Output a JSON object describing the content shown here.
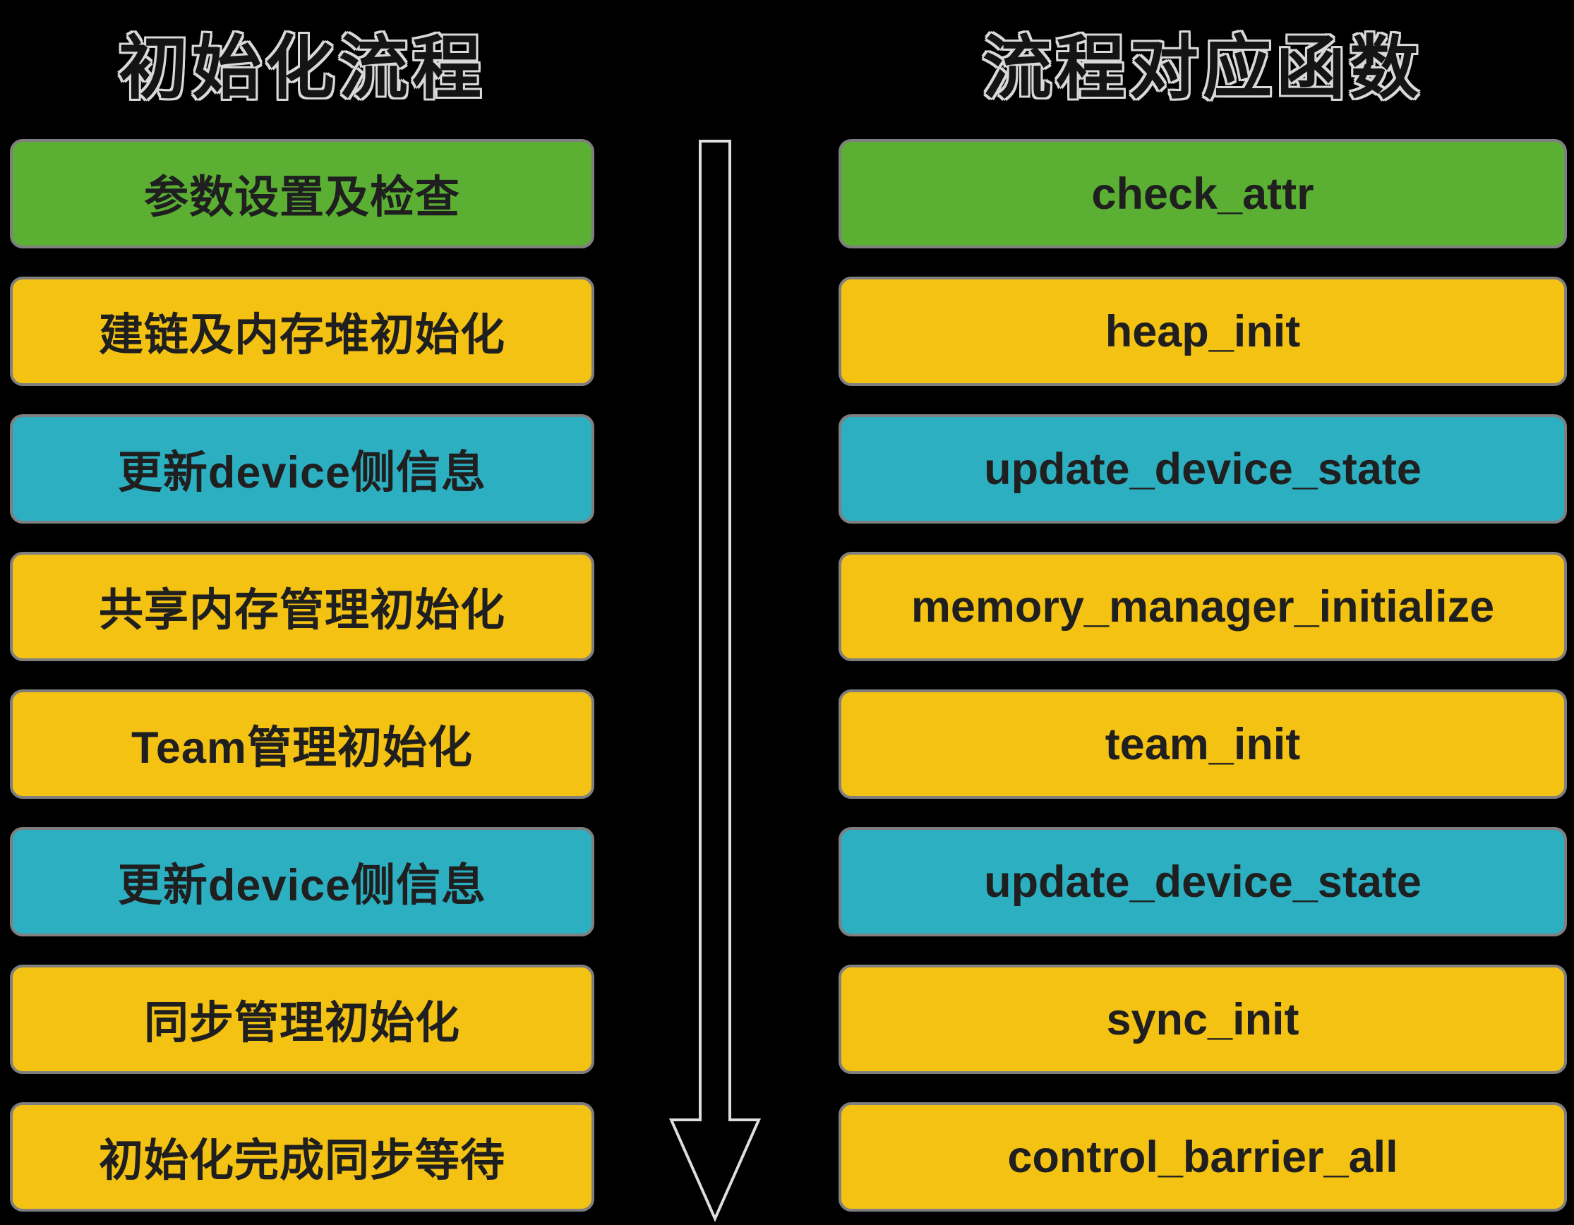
{
  "titles": {
    "left": "初始化流程",
    "right": "流程对应函数"
  },
  "rows": [
    {
      "left": "参数设置及检查",
      "right": "check_attr",
      "color": "green"
    },
    {
      "left": "建链及内存堆初始化",
      "right": "heap_init",
      "color": "yellow"
    },
    {
      "left": "更新device侧信息",
      "right": "update_device_state",
      "color": "teal"
    },
    {
      "left": "共享内存管理初始化",
      "right": "memory_manager_initialize",
      "color": "yellow"
    },
    {
      "left": "Team管理初始化",
      "right": "team_init",
      "color": "yellow"
    },
    {
      "left": "更新device侧信息",
      "right": "update_device_state",
      "color": "teal"
    },
    {
      "left": "同步管理初始化",
      "right": "sync_init",
      "color": "yellow"
    },
    {
      "left": "初始化完成同步等待",
      "right": "control_barrier_all",
      "color": "yellow"
    }
  ],
  "colors": {
    "green": "#5bb033",
    "yellow": "#f4c213",
    "teal": "#2cafc1",
    "border": "#7f7f7f",
    "text": "#1f1f1f",
    "background": "#000000",
    "arrow_fill": "#000000",
    "arrow_outline": "#dedede"
  },
  "icons": {
    "down_arrow": "down-arrow-icon"
  }
}
